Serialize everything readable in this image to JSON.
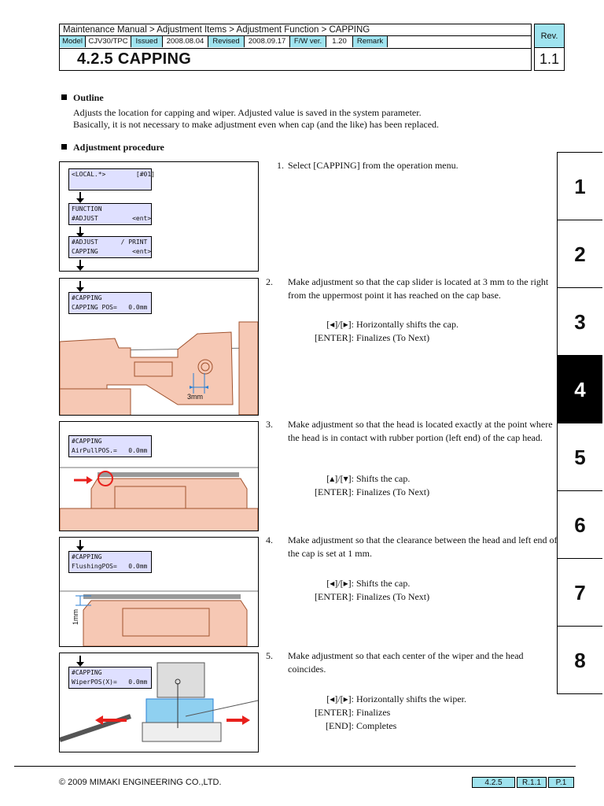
{
  "header": {
    "breadcrumb": "Maintenance Manual > Adjustment Items > Adjustment Function > CAPPING",
    "model_label": "Model",
    "model": "CJV30/TPC",
    "issued_label": "Issued",
    "issued": "2008.08.04",
    "revised_label": "Revised",
    "revised": "2008.09.17",
    "fw_label": "F/W ver.",
    "fw": "1.20",
    "remark_label": "Remark",
    "title": "4.2.5 CAPPING",
    "rev_label": "Rev.",
    "rev": "1.1"
  },
  "outline": {
    "heading": "Outline",
    "line1": "Adjusts the location for capping and wiper. Adjusted value is saved in the system parameter.",
    "line2": "Basically, it is not necessary to make adjustment even when cap (and the like) has been replaced."
  },
  "procedure": {
    "heading": "Adjustment procedure",
    "lcd": {
      "local": "<LOCAL.*>        [#01]",
      "function": "FUNCTION\n#ADJUST         <ent>",
      "adjust": "#ADJUST      / PRINT\nCAPPING         <ent>",
      "capping_pos": "#CAPPING\nCAPPING POS=   0.0mm",
      "airpull": "#CAPPING\nAirPullPOS.=   0.0mm",
      "flushing": "#CAPPING\nFlushingPOS=   0.0mm",
      "wiper": "#CAPPING\nWiperPOS(X)=   0.0mm"
    },
    "dim_3mm": "3mm",
    "dim_1mm": "1mm",
    "steps": [
      {
        "num": "1.",
        "text": "Select [CAPPING] from the operation menu."
      },
      {
        "num": "2.",
        "text": "Make adjustment so that the cap slider is located at 3 mm to the right from the uppermost point it has reached on the cap base."
      },
      {
        "num": "3.",
        "text": "Make adjustment so that the head is located exactly at the point where the head is in contact with rubber portion (left end) of the cap head."
      },
      {
        "num": "4.",
        "text": "Make adjustment so that the clearance between the head and left end of the cap is set at 1 mm."
      },
      {
        "num": "5.",
        "text": "Make adjustment so that each center of the wiper and the head coincides."
      }
    ],
    "keys2": [
      {
        "key": "[◂]/[▸]:",
        "desc": "Horizontally shifts the cap."
      },
      {
        "key": "[ENTER]:",
        "desc": "Finalizes (To Next)"
      }
    ],
    "keys3": [
      {
        "key": "[▴]/[▾]:",
        "desc": "Shifts the cap."
      },
      {
        "key": "[ENTER]:",
        "desc": "Finalizes (To Next)"
      }
    ],
    "keys4": [
      {
        "key": "[◂]/[▸]:",
        "desc": "Shifts the cap."
      },
      {
        "key": "[ENTER]:",
        "desc": "Finalizes (To Next)"
      }
    ],
    "keys5": [
      {
        "key": "[◂]/[▸]:",
        "desc": "Horizontally shifts the wiper."
      },
      {
        "key": "[ENTER]:",
        "desc": "Finalizes"
      },
      {
        "key": "[END]:",
        "desc": "Completes"
      }
    ]
  },
  "tabs": [
    "1",
    "2",
    "3",
    "4",
    "5",
    "6",
    "7",
    "8"
  ],
  "active_tab": "4",
  "footer": {
    "copyright": "© 2009 MIMAKI ENGINEERING CO.,LTD.",
    "section": "4.2.5",
    "revision": "R.1.1",
    "page": "P.1"
  },
  "colors": {
    "label_cyan": "#9fe3ef",
    "lcd_bg": "#dfe0ff",
    "part_fill": "#f6c8b4",
    "accent_red": "#e8201c",
    "dim_blue": "#2a7fd4"
  }
}
